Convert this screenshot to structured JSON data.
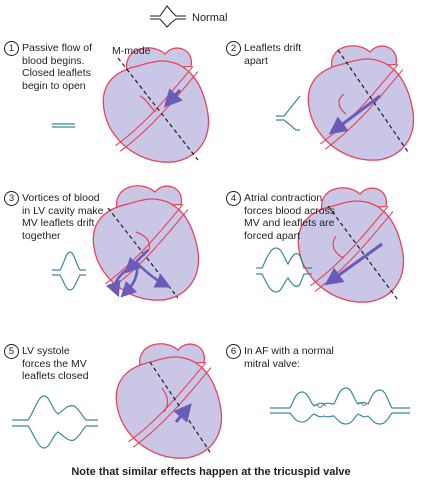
{
  "legend": {
    "label": "Normal"
  },
  "mmode_label": "M-mode",
  "panels": [
    {
      "number": "1",
      "lines": [
        "Passive flow of",
        "blood begins.",
        "Closed leaflets",
        "begin to open"
      ]
    },
    {
      "number": "2",
      "lines": [
        "Leaflets drift",
        "apart"
      ]
    },
    {
      "number": "3",
      "lines": [
        "Vortices of blood",
        "in LV cavity make",
        "MV leaflets drift",
        "together"
      ]
    },
    {
      "number": "4",
      "lines": [
        "Atrial contraction",
        "forces blood across",
        "MV and leaflets are",
        "forced apart"
      ]
    },
    {
      "number": "5",
      "lines": [
        "LV systole",
        "forces the MV",
        "leaflets closed"
      ]
    },
    {
      "number": "6",
      "lines": [
        "In AF with a normal",
        "mitral valve:"
      ]
    }
  ],
  "footer": "Note that similar effects happen at the tricuspid valve",
  "colors": {
    "heart_fill": "#c9c6e6",
    "heart_outline": "#e8435a",
    "arrow": "#6a5bb8",
    "trace": "#3d8a93",
    "ink": "#231f20"
  }
}
